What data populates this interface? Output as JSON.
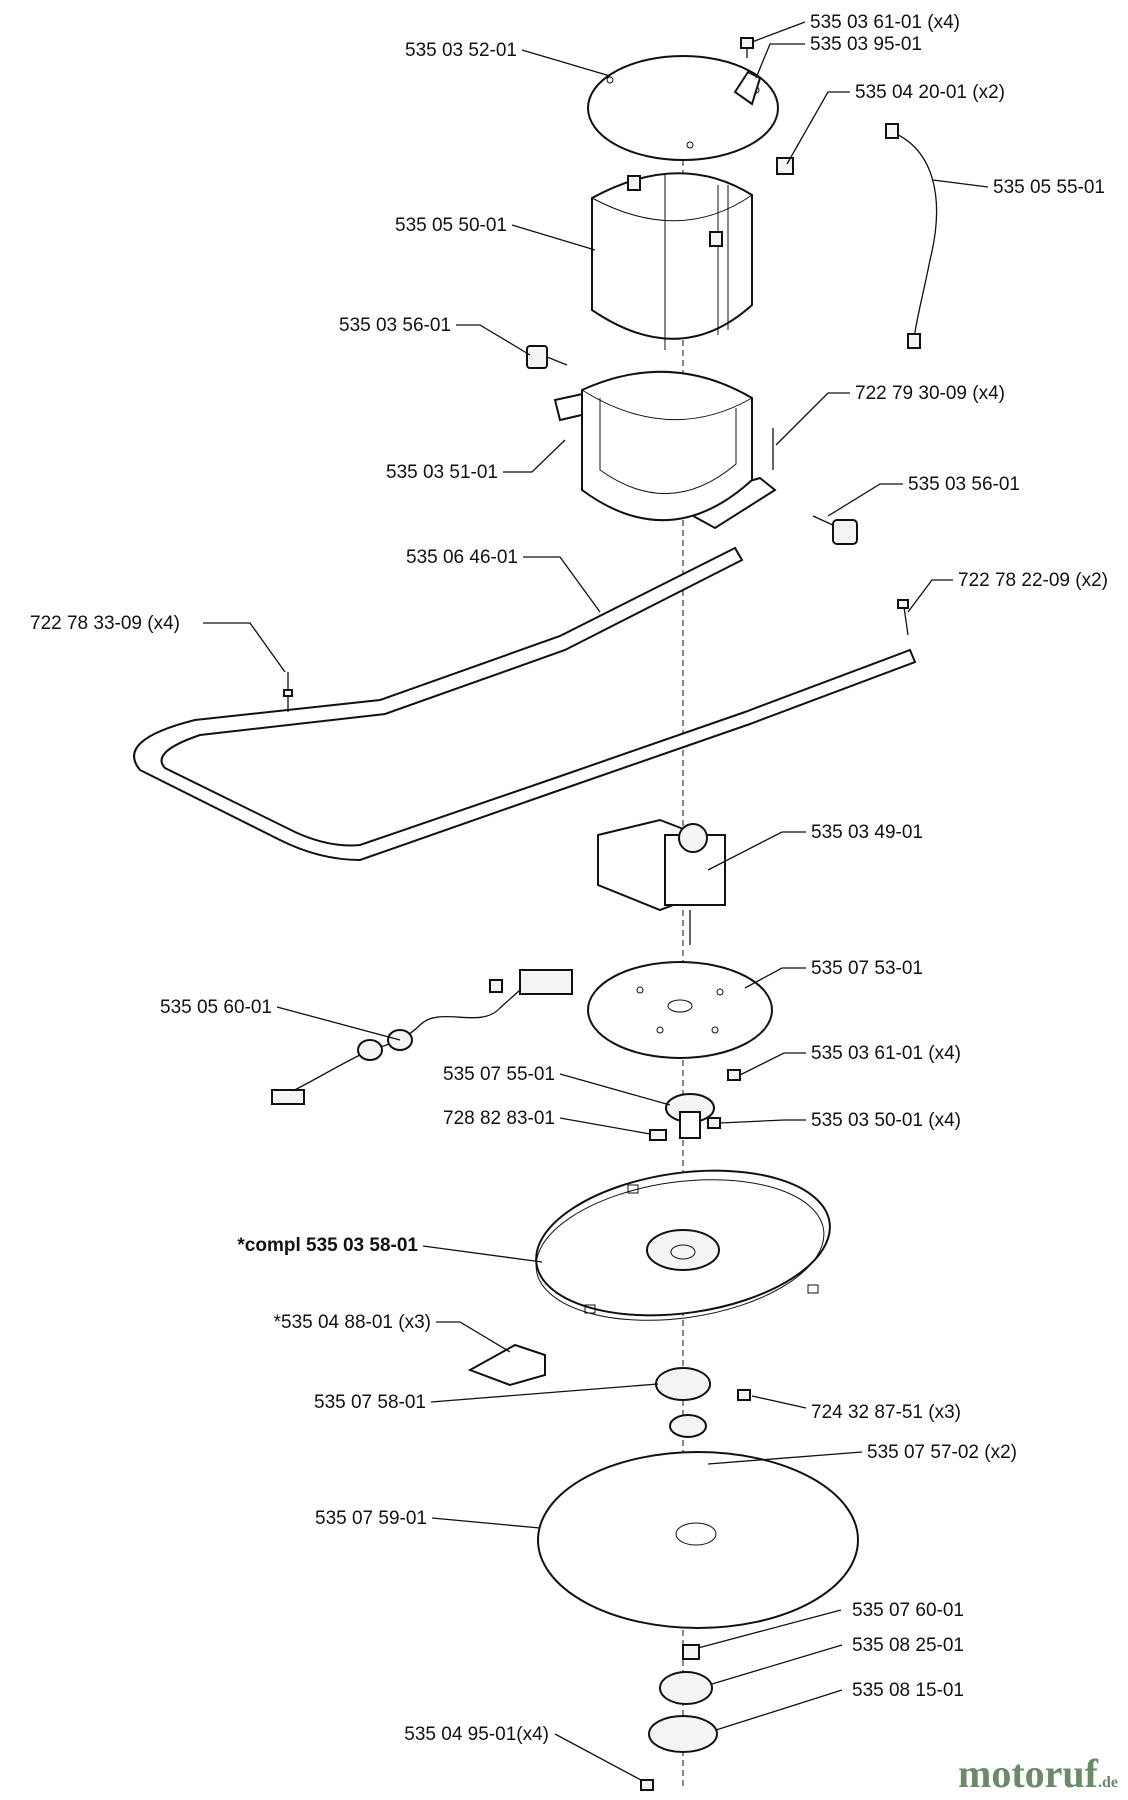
{
  "labels": {
    "l01": "535 03 61-01 (x4)",
    "l02": "535 03 95-01",
    "l03": "535 03 52-01",
    "l04": "535 04 20-01 (x2)",
    "l05": "535 05 55-01",
    "l06": "535 05 50-01",
    "l07": "535 03 56-01",
    "l08": "722 79 30-09 (x4)",
    "l09": "535 03 51-01",
    "l10": "535 03 56-01",
    "l11": "535 06 46-01",
    "l12": "722 78 22-09 (x2)",
    "l13": "722 78 33-09 (x4)",
    "l14": "535 03 49-01",
    "l15": "535 07 53-01",
    "l16": "535 05 60-01",
    "l17": "535 03 61-01 (x4)",
    "l18": "535 07 55-01",
    "l19": "728 82 83-01",
    "l20": "535 03 50-01 (x4)",
    "l21": "*compl 535 03 58-01",
    "l22": "*535 04 88-01 (x3)",
    "l23": "535 07 58-01",
    "l24": "724 32 87-51 (x3)",
    "l25": "535 07 57-02 (x2)",
    "l26": "535 07 59-01",
    "l27": "535 07 60-01",
    "l28": "535 08 25-01",
    "l29": "535 08 15-01",
    "l30": "535 04 95-01(x4)"
  },
  "watermark": {
    "name": "motoruf",
    "suffix": ".de"
  },
  "colors": {
    "line": "#111111",
    "watermark": "#6a8a6a"
  }
}
